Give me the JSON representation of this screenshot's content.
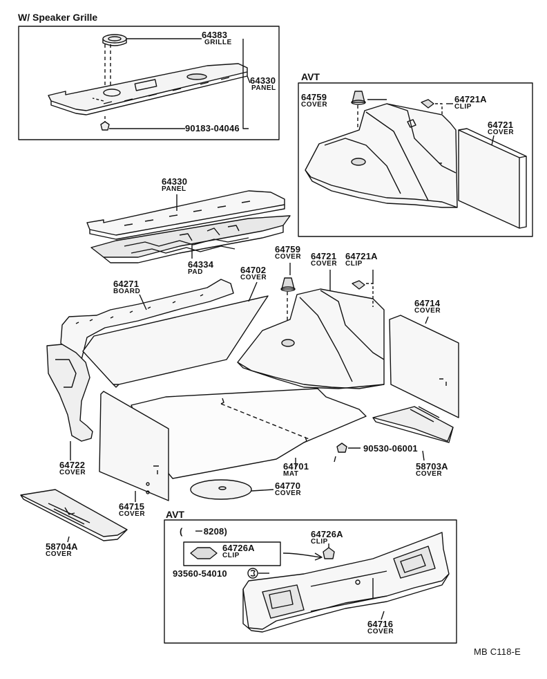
{
  "sections": {
    "speaker_grille": "W/ Speaker Grille",
    "avt_top": "AVT",
    "avt_bottom": "AVT",
    "date_range": "(　 －8208)"
  },
  "parts": [
    {
      "id": "p64383",
      "number": "64383",
      "name": "GRILLE"
    },
    {
      "id": "p64330a",
      "number": "64330",
      "name": "PANEL"
    },
    {
      "id": "p90183",
      "number": "90183-04046",
      "name": ""
    },
    {
      "id": "p64759a",
      "number": "64759",
      "name": "COVER"
    },
    {
      "id": "p64721Aa",
      "number": "64721A",
      "name": "CLIP"
    },
    {
      "id": "p64721a",
      "number": "64721",
      "name": "COVER"
    },
    {
      "id": "p64330b",
      "number": "64330",
      "name": "PANEL"
    },
    {
      "id": "p64334",
      "number": "64334",
      "name": "PAD"
    },
    {
      "id": "p64759b",
      "number": "64759",
      "name": "COVER"
    },
    {
      "id": "p64721b",
      "number": "64721",
      "name": "COVER"
    },
    {
      "id": "p64721Ab",
      "number": "64721A",
      "name": "CLIP"
    },
    {
      "id": "p64702",
      "number": "64702",
      "name": "COVER"
    },
    {
      "id": "p64271",
      "number": "64271",
      "name": "BOARD"
    },
    {
      "id": "p64714",
      "number": "64714",
      "name": "COVER"
    },
    {
      "id": "p90530",
      "number": "90530-06001",
      "name": ""
    },
    {
      "id": "p64722",
      "number": "64722",
      "name": "COVER"
    },
    {
      "id": "p64701",
      "number": "64701",
      "name": "MAT"
    },
    {
      "id": "p58703A",
      "number": "58703A",
      "name": "COVER"
    },
    {
      "id": "p64770",
      "number": "64770",
      "name": "COVER"
    },
    {
      "id": "p64715",
      "number": "64715",
      "name": "COVER"
    },
    {
      "id": "p58704A",
      "number": "58704A",
      "name": "COVER"
    },
    {
      "id": "p64726Aa",
      "number": "64726A",
      "name": "CLIP"
    },
    {
      "id": "p64726Ab",
      "number": "64726A",
      "name": "CLIP"
    },
    {
      "id": "p93560",
      "number": "93560-54010",
      "name": ""
    },
    {
      "id": "p64716",
      "number": "64716",
      "name": "COVER"
    }
  ],
  "footer": {
    "code": "MB  C118-E"
  }
}
